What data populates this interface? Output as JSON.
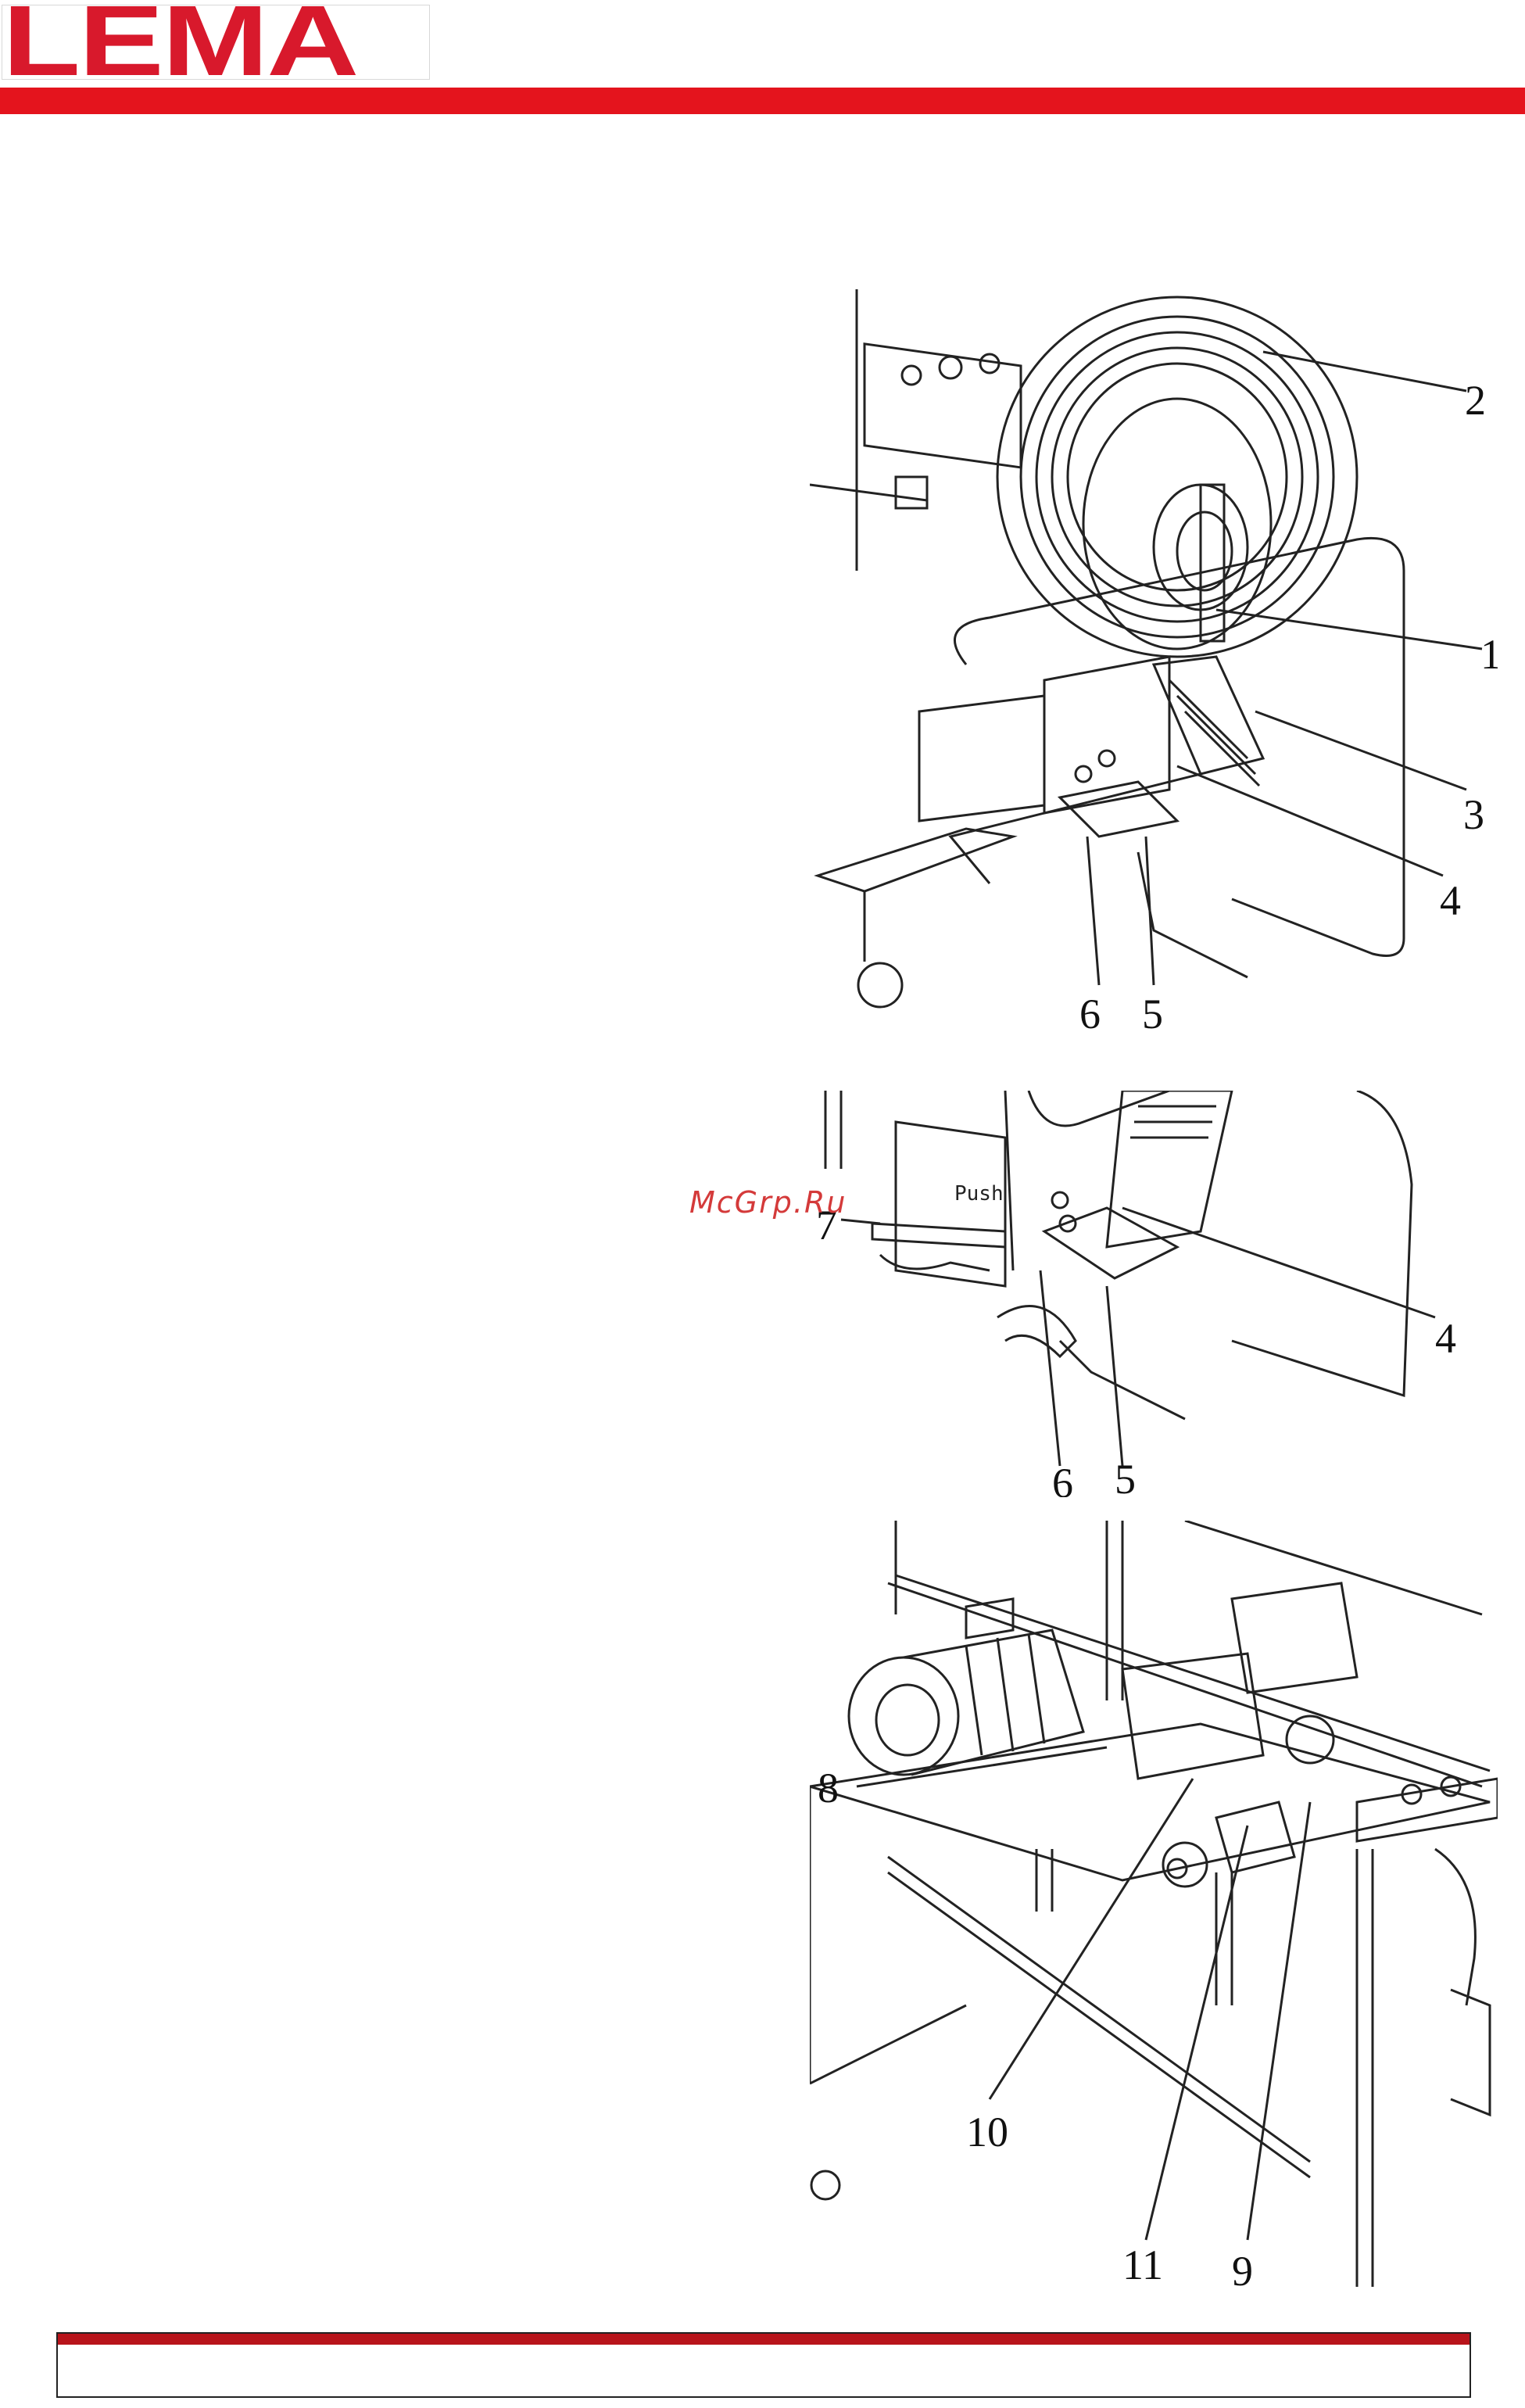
{
  "brand": {
    "logo_text": "LEMA",
    "logo_color": "#d8192c",
    "bar_color": "#e4141d",
    "footer_bar_color": "#b8141b"
  },
  "watermark": "McGrp.Ru",
  "figures": [
    {
      "id": "fig1",
      "callouts": [
        "2",
        "1",
        "3",
        "4",
        "6",
        "5"
      ]
    },
    {
      "id": "fig2",
      "callouts": [
        "7",
        "4",
        "6",
        "5"
      ],
      "push_label": "Push"
    },
    {
      "id": "fig3",
      "callouts": [
        "8",
        "10",
        "11",
        "9"
      ]
    }
  ]
}
